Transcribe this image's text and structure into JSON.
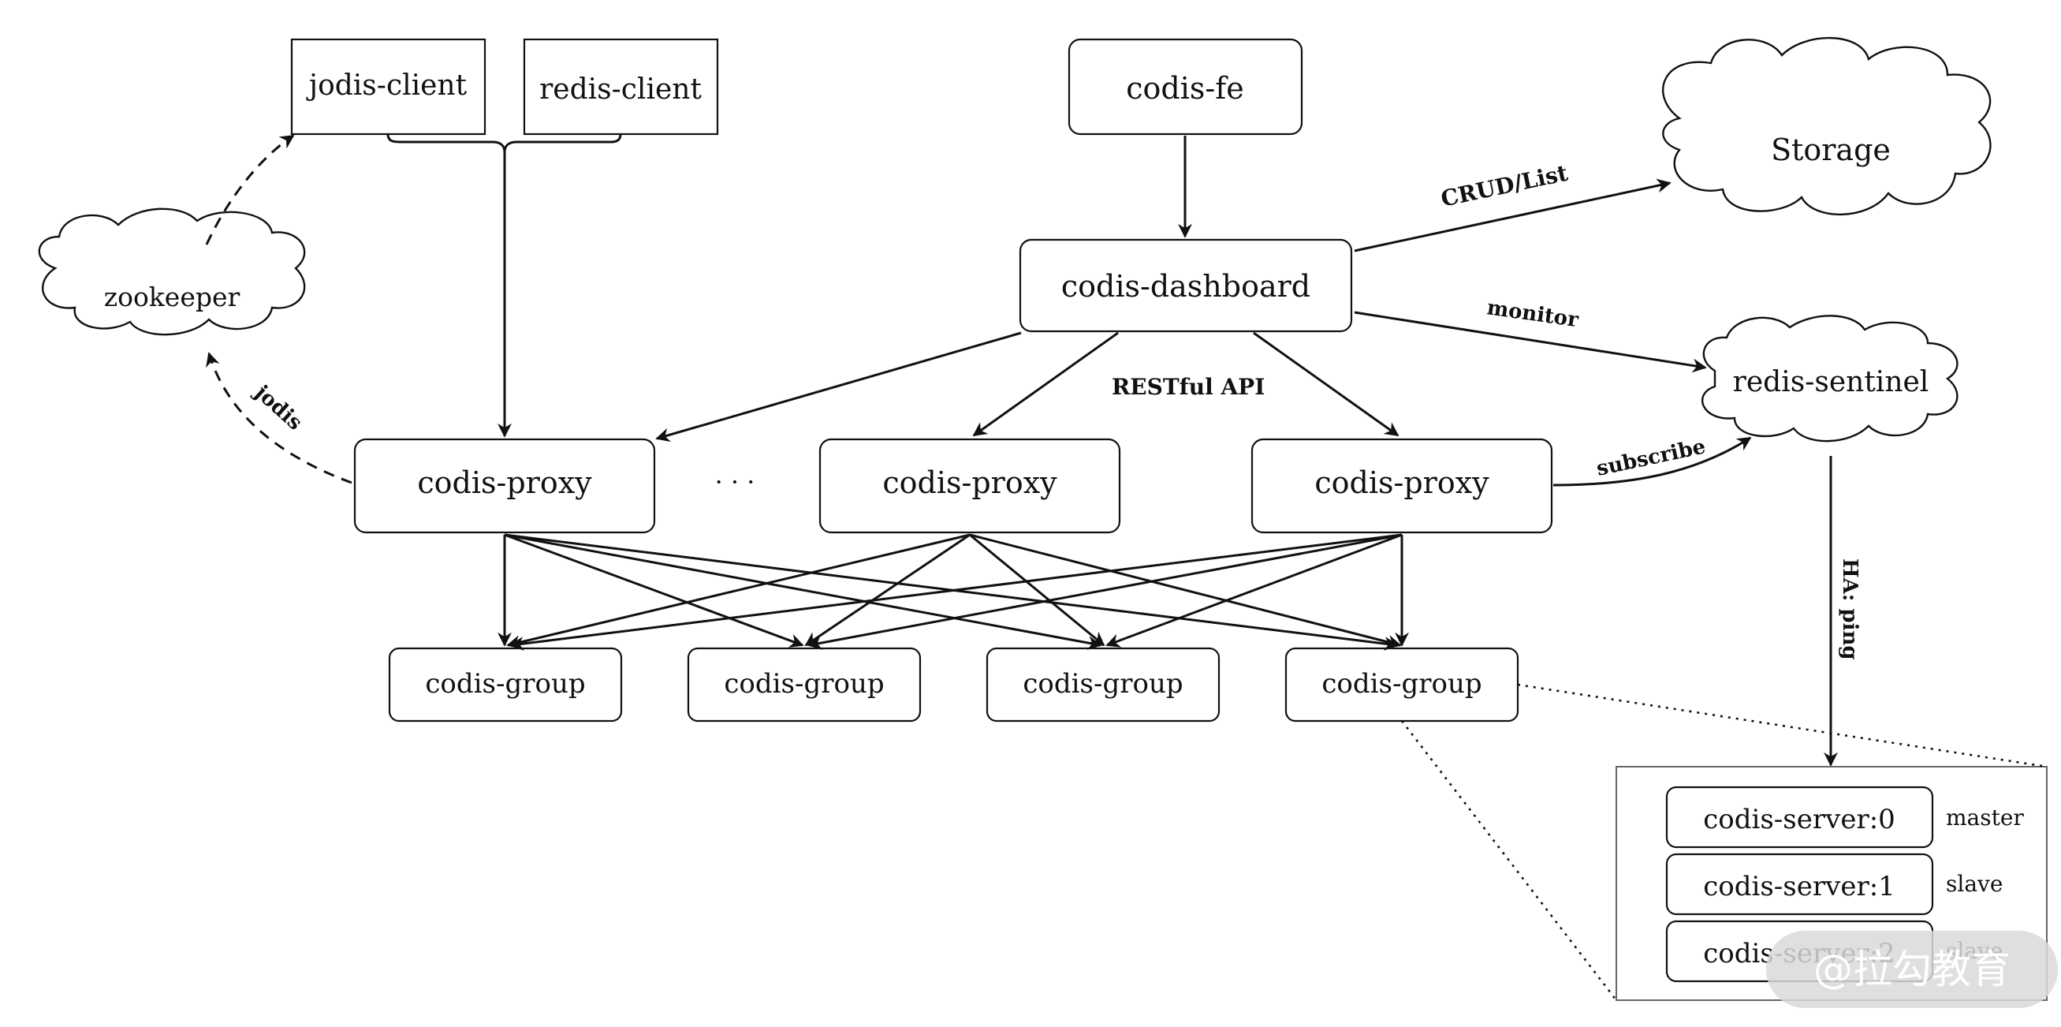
{
  "nodes": {
    "jodis_client": "jodis-client",
    "redis_client": "redis-client",
    "codis_fe": "codis-fe",
    "storage": "Storage",
    "zookeeper": "zookeeper",
    "codis_dashboard": "codis-dashboard",
    "redis_sentinel": "redis-sentinel",
    "codis_proxy_1": "codis-proxy",
    "codis_proxy_2": "codis-proxy",
    "codis_proxy_3": "codis-proxy",
    "ellipsis": "· · ·",
    "codis_group_1": "codis-group",
    "codis_group_2": "codis-group",
    "codis_group_3": "codis-group",
    "codis_group_4": "codis-group",
    "codis_server_0": "codis-server:0",
    "codis_server_1": "codis-server:1",
    "codis_server_2": "codis-server:2"
  },
  "roles": {
    "server_0": "master",
    "server_1": "slave",
    "server_2": "slave"
  },
  "edge_labels": {
    "crud_list": "CRUD/List",
    "monitor": "monitor",
    "restful_api": "RESTful API",
    "subscribe": "subscribe",
    "jodis": "jodis",
    "ha_ping": "HA: ping"
  },
  "watermark": "@拉勾教育",
  "colors": {
    "ink": "#111111",
    "watermark_bg": "#d9d9d9"
  }
}
